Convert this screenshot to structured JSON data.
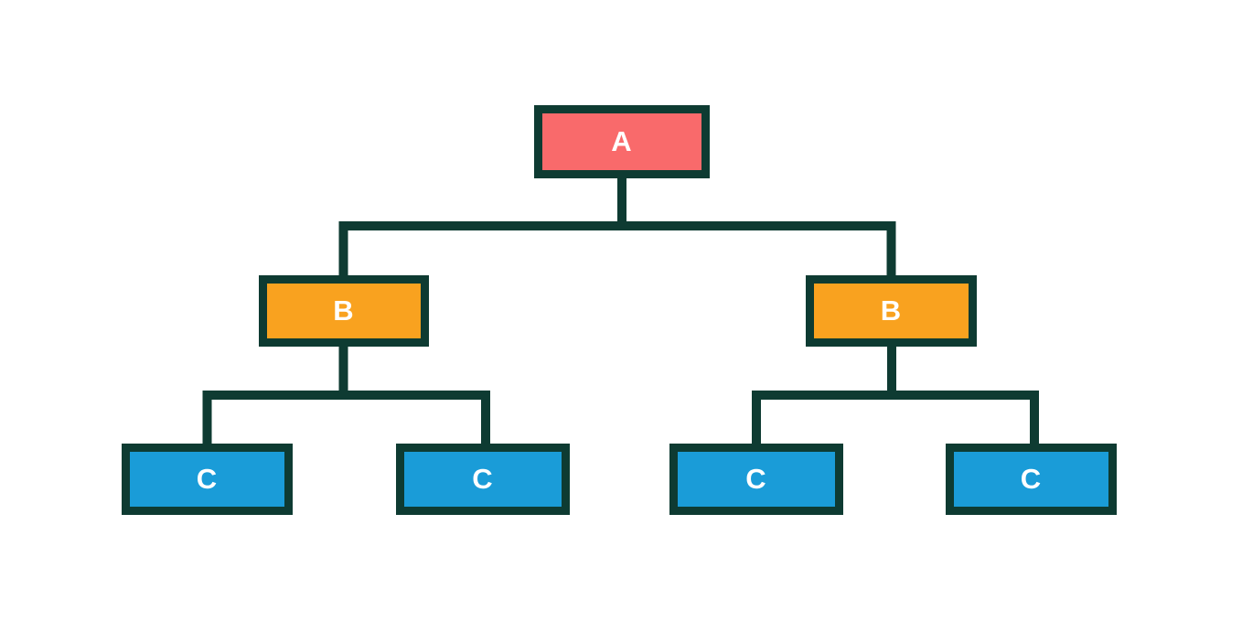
{
  "diagram": {
    "type": "tree",
    "background_color": "#ffffff",
    "line_color": "#0e3b32",
    "label_color": "#ffffff",
    "level_colors": {
      "a": "#f96a6b",
      "b": "#f9a21f",
      "c": "#1a9cd8"
    },
    "nodes": [
      {
        "id": "a",
        "label": "A",
        "level": "a"
      },
      {
        "id": "b-left",
        "label": "B",
        "level": "b"
      },
      {
        "id": "b-right",
        "label": "B",
        "level": "b"
      },
      {
        "id": "c-1",
        "label": "C",
        "level": "c"
      },
      {
        "id": "c-2",
        "label": "C",
        "level": "c"
      },
      {
        "id": "c-3",
        "label": "C",
        "level": "c"
      },
      {
        "id": "c-4",
        "label": "C",
        "level": "c"
      }
    ],
    "edges": [
      {
        "from": "a",
        "to": "b-left"
      },
      {
        "from": "a",
        "to": "b-right"
      },
      {
        "from": "b-left",
        "to": "c-1"
      },
      {
        "from": "b-left",
        "to": "c-2"
      },
      {
        "from": "b-right",
        "to": "c-3"
      },
      {
        "from": "b-right",
        "to": "c-4"
      }
    ]
  }
}
